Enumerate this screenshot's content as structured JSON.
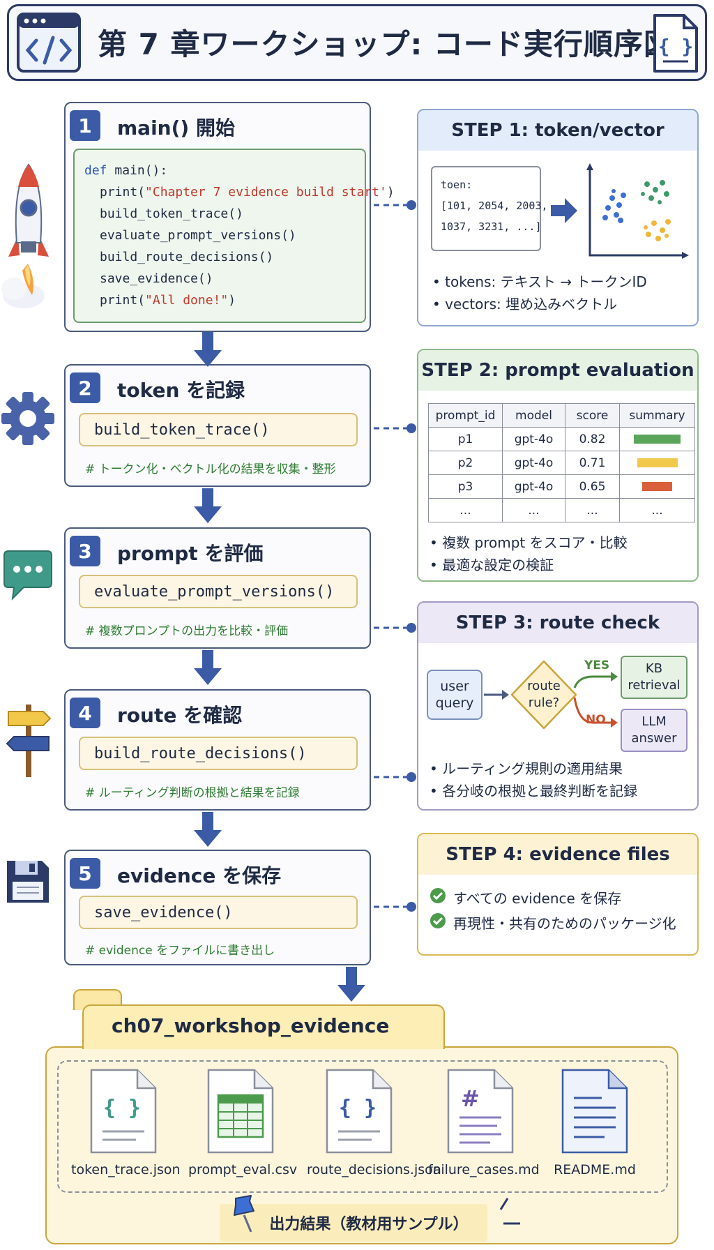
{
  "header": {
    "title": "第 7 章ワークショップ: コード実行順序図",
    "left_icon": "code-window-icon",
    "right_icon": "json-file-icon"
  },
  "steps": [
    {
      "num": "1",
      "title": "main() 開始",
      "icon": "rocket-icon",
      "code": {
        "def": "def",
        "signature": " main():",
        "print1_pre": "print(",
        "print1_str": "\"Chapter 7 evidence build start'",
        "print1_post": ")",
        "lines": [
          "build_token_trace()",
          "evaluate_prompt_versions()",
          "build_route_decisions()",
          "save_evidence()"
        ],
        "print2_pre": "print(",
        "print2_str": "\"All done!\"",
        "print2_post": ")"
      }
    },
    {
      "num": "2",
      "title": "token を記録",
      "icon": "gear-icon",
      "fn": "build_token_trace()",
      "comment": "# トークン化・ベクトル化の結果を収集・整形"
    },
    {
      "num": "3",
      "title": "prompt を評価",
      "icon": "chat-bubble-icon",
      "fn": "evaluate_prompt_versions()",
      "comment": "# 複数プロンプトの出力を比較・評価"
    },
    {
      "num": "4",
      "title": "route を確認",
      "icon": "signpost-icon",
      "fn": "build_route_decisions()",
      "comment": "# ルーティング判断の根拠と結果を記録"
    },
    {
      "num": "5",
      "title": "evidence を保存",
      "icon": "floppy-disk-icon",
      "fn": "save_evidence()",
      "comment": "# evidence をファイルに書き出し"
    }
  ],
  "panels": {
    "token": {
      "title": "STEP 1: token/vector",
      "token_label": "toen:",
      "token_line1": "[101, 2054, 2003,",
      "token_line2": "1037, 3231, ...]",
      "bullets": [
        "tokens: テキスト → トークンID",
        "vectors: 埋め込みベクトル"
      ]
    },
    "prompt": {
      "title": "STEP 2: prompt evaluation",
      "headers": [
        "prompt_id",
        "model",
        "score",
        "summary"
      ],
      "rows": [
        {
          "id": "p1",
          "model": "gpt-4o",
          "score": "0.82",
          "fraction": 0.82,
          "color": "#5aa55a"
        },
        {
          "id": "p2",
          "model": "gpt-4o",
          "score": "0.71",
          "fraction": 0.71,
          "color": "#f2c84b"
        },
        {
          "id": "p3",
          "model": "gpt-4o",
          "score": "0.65",
          "fraction": 0.52,
          "color": "#d9603b"
        }
      ],
      "ellipsis": "...",
      "bullets": [
        "複数 prompt をスコア・比較",
        "最適な設定の検証"
      ]
    },
    "route": {
      "title": "STEP 3: route check",
      "user_line1": "user",
      "user_line2": "query",
      "rule_line1": "route",
      "rule_line2": "rule?",
      "yes": "YES",
      "no": "NO",
      "kb_line1": "KB",
      "kb_line2": "retrieval",
      "llm_line1": "LLM",
      "llm_line2": "answer",
      "bullets": [
        "ルーティング規則の適用結果",
        "各分岐の根拠と最終判断を記録"
      ]
    },
    "evidence": {
      "title": "STEP 4: evidence files",
      "items": [
        "すべての evidence を保存",
        "再現性・共有のためのパッケージ化"
      ]
    }
  },
  "folder": {
    "name": "ch07_workshop_evidence",
    "files": [
      {
        "name": "token_trace.json",
        "icon": "json-file-icon"
      },
      {
        "name": "prompt_eval.csv",
        "icon": "spreadsheet-file-icon"
      },
      {
        "name": "route_decisions.json",
        "icon": "json-file-icon"
      },
      {
        "name": "failure_cases.md",
        "icon": "markdown-file-icon"
      },
      {
        "name": "README.md",
        "icon": "document-file-icon"
      }
    ],
    "caption": "出力結果（教材用サンプル）"
  },
  "colors": {
    "accent": "#3b5ba6",
    "step1_header": "#e3ecfa",
    "step2_header": "#e6f2e3",
    "step3_header": "#ece8f6",
    "step4_header": "#fdf2d4"
  }
}
